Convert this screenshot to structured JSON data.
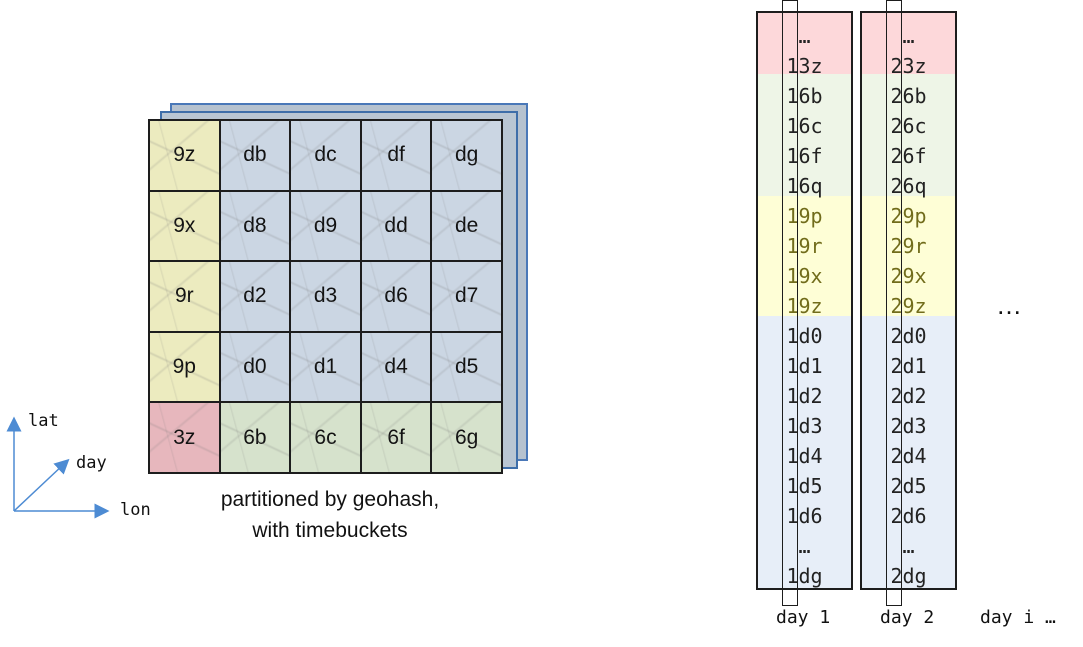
{
  "grid": {
    "rows": [
      [
        {
          "label": "9z",
          "color": "yellow"
        },
        {
          "label": "db",
          "color": "blue"
        },
        {
          "label": "dc",
          "color": "blue"
        },
        {
          "label": "df",
          "color": "blue"
        },
        {
          "label": "dg",
          "color": "blue"
        }
      ],
      [
        {
          "label": "9x",
          "color": "yellow"
        },
        {
          "label": "d8",
          "color": "blue"
        },
        {
          "label": "d9",
          "color": "blue"
        },
        {
          "label": "dd",
          "color": "blue"
        },
        {
          "label": "de",
          "color": "blue"
        }
      ],
      [
        {
          "label": "9r",
          "color": "yellow"
        },
        {
          "label": "d2",
          "color": "blue"
        },
        {
          "label": "d3",
          "color": "blue"
        },
        {
          "label": "d6",
          "color": "blue"
        },
        {
          "label": "d7",
          "color": "blue"
        }
      ],
      [
        {
          "label": "9p",
          "color": "yellow"
        },
        {
          "label": "d0",
          "color": "blue"
        },
        {
          "label": "d1",
          "color": "blue"
        },
        {
          "label": "d4",
          "color": "blue"
        },
        {
          "label": "d5",
          "color": "blue"
        }
      ],
      [
        {
          "label": "3z",
          "color": "red"
        },
        {
          "label": "6b",
          "color": "green"
        },
        {
          "label": "6c",
          "color": "green"
        },
        {
          "label": "6f",
          "color": "green"
        },
        {
          "label": "6g",
          "color": "green"
        }
      ]
    ],
    "caption_line1": "partitioned by geohash,",
    "caption_line2": "with timebuckets"
  },
  "axes": {
    "lat": "lat",
    "day": "day",
    "lon": "lon"
  },
  "columns": [
    {
      "day_label": "day 1",
      "keys": [
        "…",
        "13z",
        "16b",
        "16c",
        "16f",
        "16q",
        "19p",
        "19r",
        "19x",
        "19z",
        "1d0",
        "1d1",
        "1d2",
        "1d3",
        "1d4",
        "1d5",
        "1d6",
        "…",
        "1dg"
      ]
    },
    {
      "day_label": "day 2",
      "keys": [
        "…",
        "23z",
        "26b",
        "26c",
        "26f",
        "26q",
        "29p",
        "29r",
        "29x",
        "29z",
        "2d0",
        "2d1",
        "2d2",
        "2d3",
        "2d4",
        "2d5",
        "2d6",
        "…",
        "2dg"
      ]
    }
  ],
  "more_columns_marker": "…",
  "day_i_label": "day i …",
  "colors": {
    "red": "#fdd8da",
    "green": "#eef5e7",
    "yellow": "#fefed6",
    "blue": "#e7eef8",
    "layer_border": "#4a78b8"
  }
}
